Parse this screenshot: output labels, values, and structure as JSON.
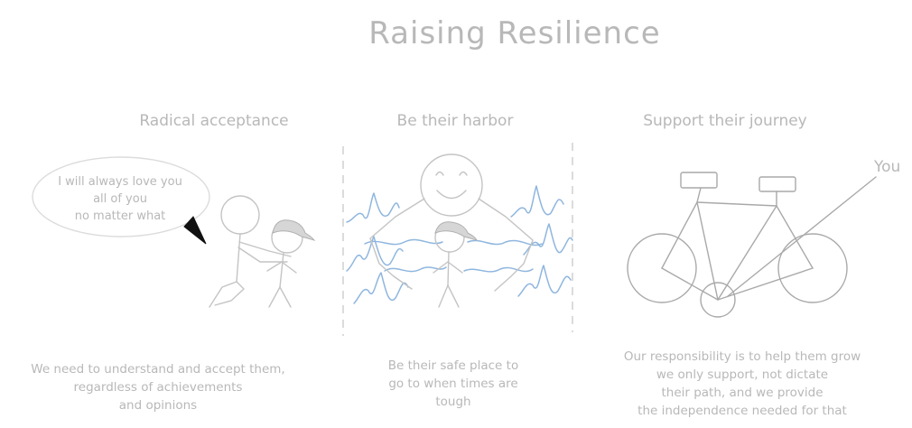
{
  "title": "Raising Resilience",
  "panels": [
    {
      "heading": "Radical acceptance",
      "bubble_lines": [
        "I will always love you",
        "all of you",
        "no matter what"
      ],
      "body_lines": [
        "We need to understand and accept them,",
        "regardless of achievements",
        "and opinions"
      ]
    },
    {
      "heading": "Be their harbor",
      "body_lines": [
        "Be their safe place to",
        "go to when times are",
        "tough"
      ]
    },
    {
      "heading": "Support their journey",
      "pointer_label": "You",
      "body_lines": [
        "Our responsibility is to help them grow",
        "we only support, not dictate",
        "their path, and we provide",
        "the independence needed for that"
      ]
    }
  ],
  "colors": {
    "ink": "#b8b8b8",
    "water": "#8fb6de",
    "pointer": "#111111"
  }
}
